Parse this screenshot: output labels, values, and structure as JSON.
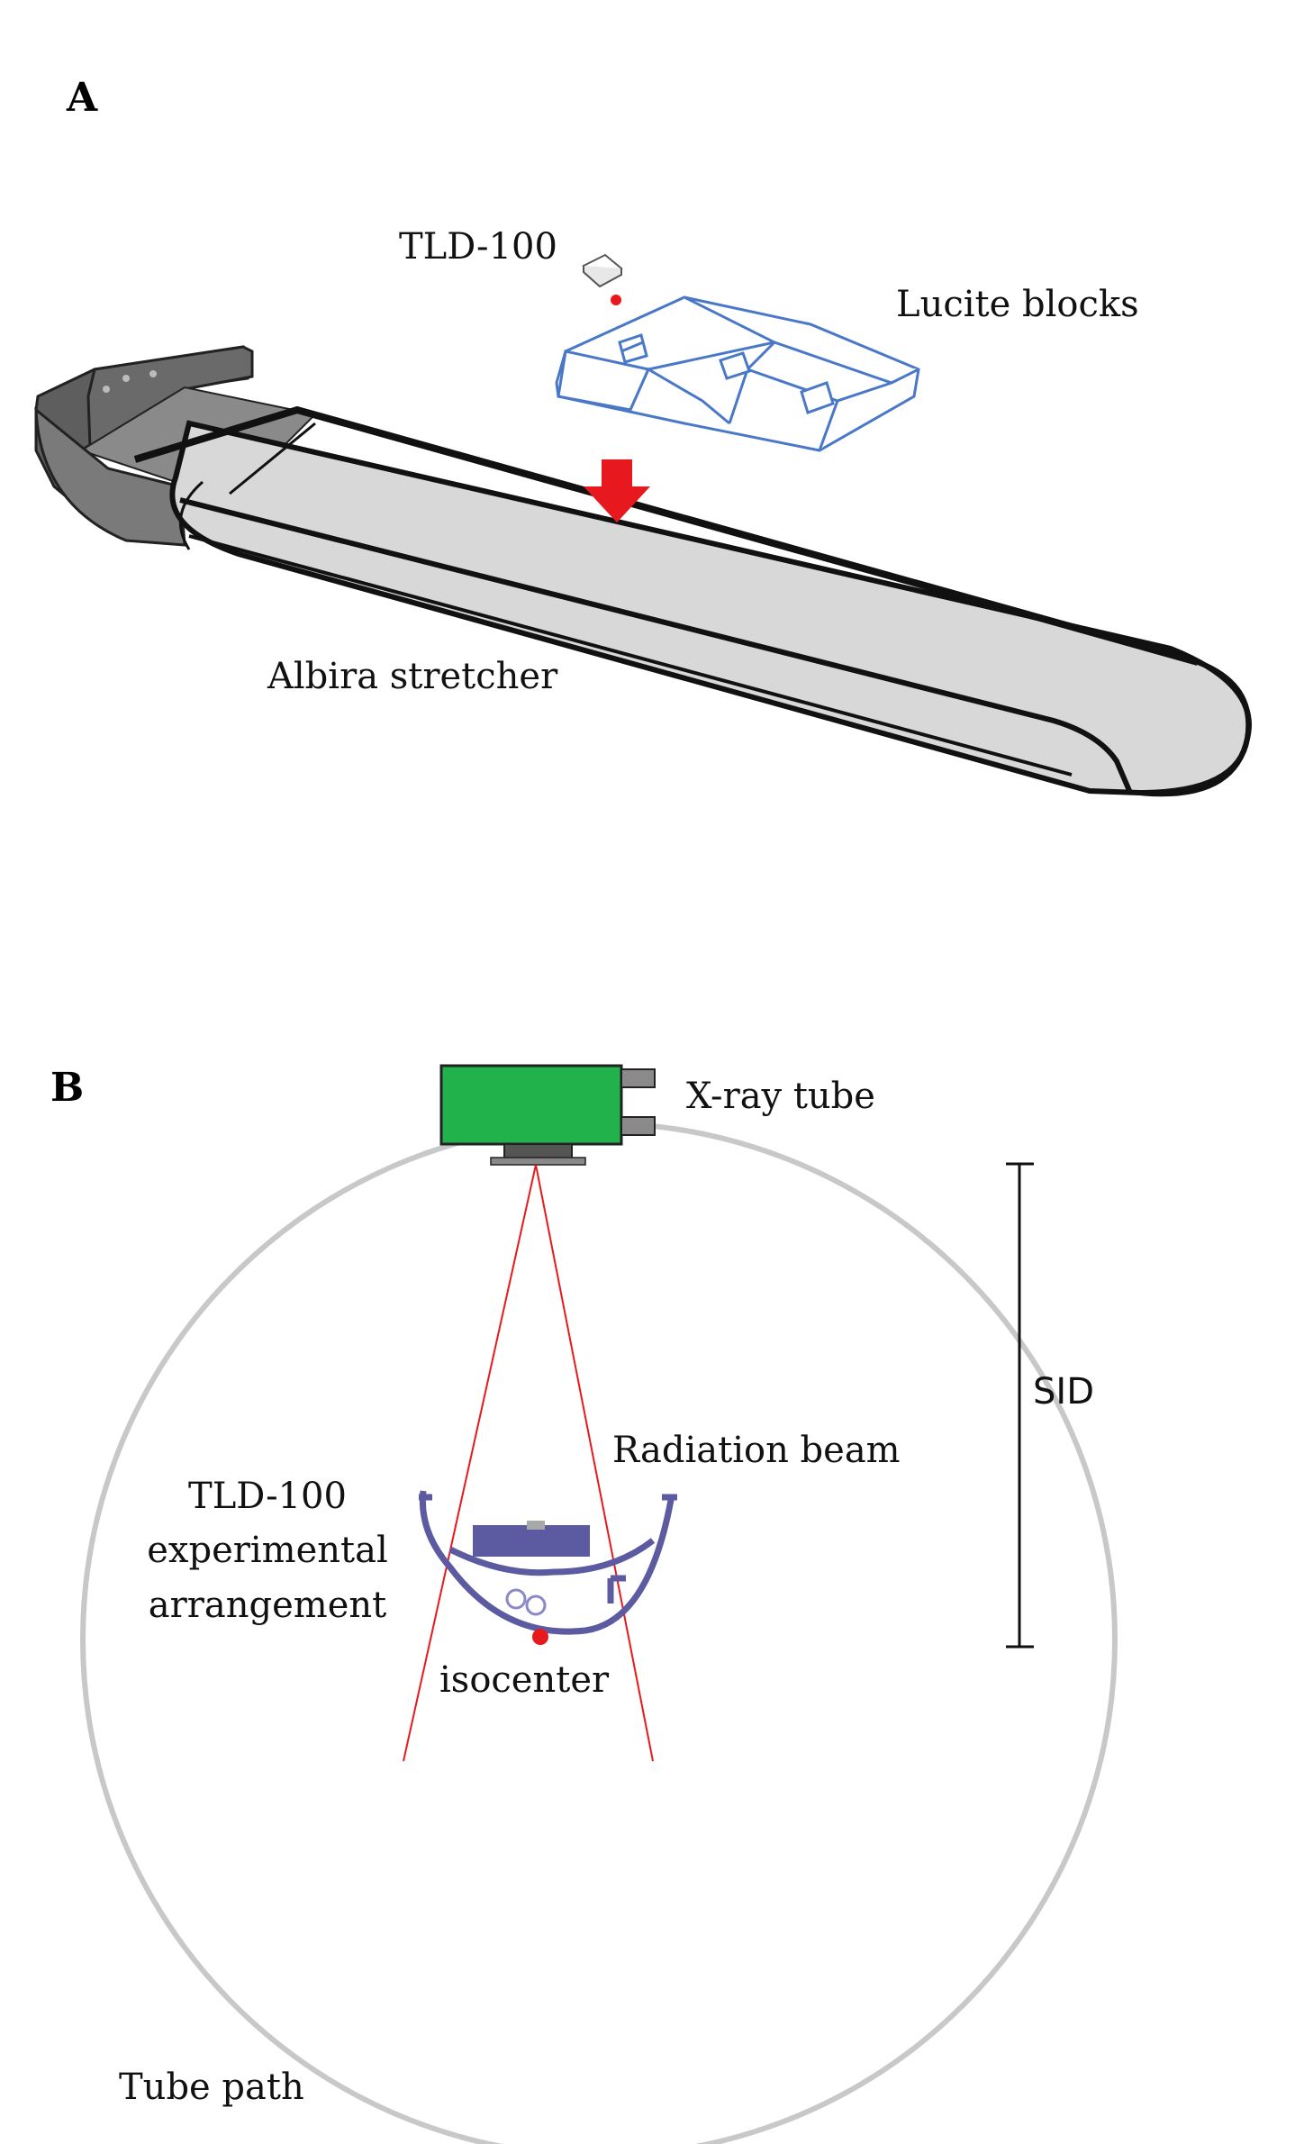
{
  "panel_a": {
    "letter": "A",
    "labels": {
      "tld": "TLD-100",
      "lucite": "Lucite blocks",
      "stretcher": "Albira stretcher"
    }
  },
  "panel_b": {
    "letter": "B",
    "labels": {
      "xray": "X-ray tube",
      "sid": "SID",
      "beam": "Radiation beam",
      "tld_line1": "TLD-100",
      "tld_line2": "experimental",
      "tld_line3": "arrangement",
      "isocenter": "isocenter",
      "tube_path": "Tube path"
    }
  },
  "colors": {
    "arrow_red": "#e8191e",
    "lucite_blue": "#4a78c8",
    "tube_green": "#22b24c",
    "beam_red": "#e8191e",
    "stretcher_purple": "#5c5aa0",
    "circle_gray": "#c8c8c8"
  }
}
